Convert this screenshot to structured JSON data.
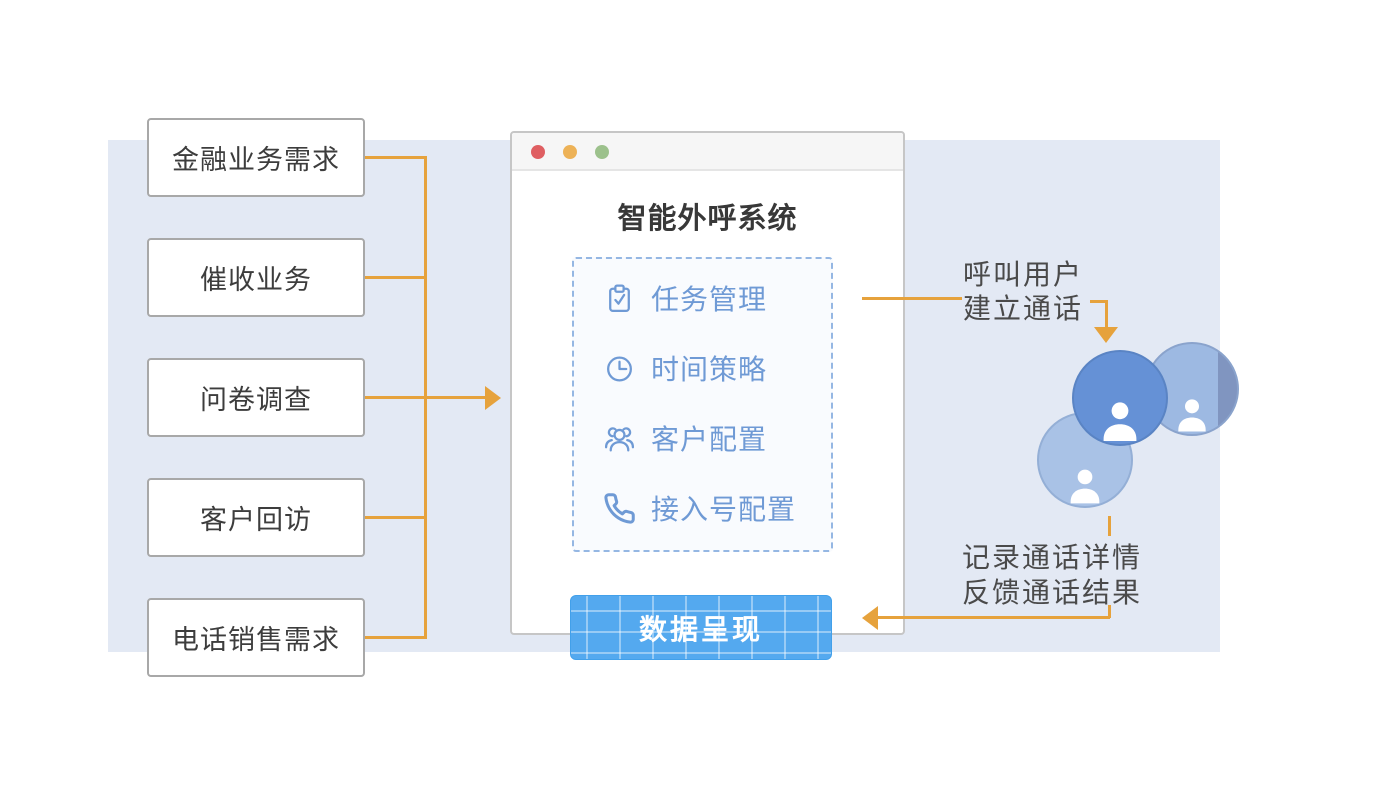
{
  "palette": {
    "band": "#e3e9f4",
    "accent_orange": "#e6a23c",
    "menu_blue": "#6f9ad5",
    "button_blue": "#54a9ef",
    "avatar_front_blue": "#6591d6",
    "avatar_back_blue": "#a9c2e6",
    "traffic_lights": [
      "#df5f62",
      "#edb257",
      "#9cc18c"
    ]
  },
  "left_boxes": [
    "金融业务需求",
    "催收业务",
    "问卷调查",
    "客户回访",
    "电话销售需求"
  ],
  "window": {
    "title": "智能外呼系统",
    "menu_items": [
      {
        "icon": "clipboard-check-icon",
        "label": "任务管理"
      },
      {
        "icon": "clock-icon",
        "label": "时间策略"
      },
      {
        "icon": "users-icon",
        "label": "客户配置"
      },
      {
        "icon": "phone-icon",
        "label": "接入号配置"
      }
    ],
    "data_button": "数据呈现"
  },
  "annotations": {
    "call_line1": "呼叫用户",
    "call_line2": "建立通话",
    "feedback_line1": "记录通话详情",
    "feedback_line2": "反馈通话结果"
  }
}
